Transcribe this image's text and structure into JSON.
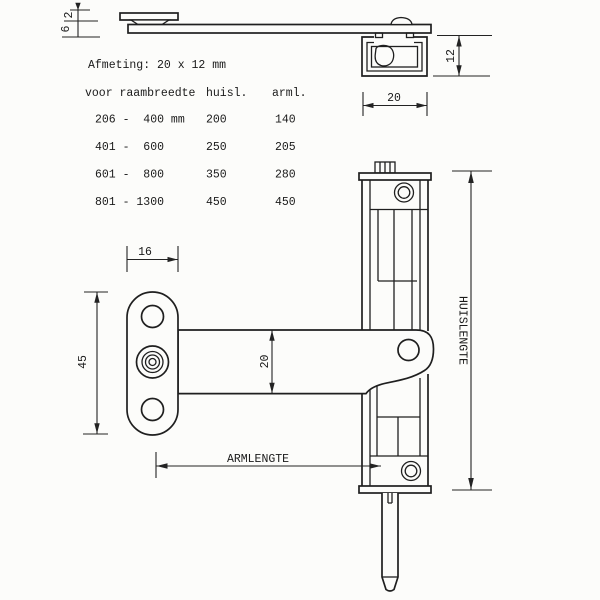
{
  "diagram": {
    "colors": {
      "line": "#1f1f1f",
      "background": "#fcfcfa",
      "text": "#1a1a1a"
    },
    "afmeting": "Afmeting: 20 x 12 mm",
    "table": {
      "header": {
        "range": "voor raambreedte",
        "huisl": "huisl.",
        "arml": "arml."
      },
      "rows": [
        {
          "range": "206 -  400 mm",
          "huisl": "200",
          "arml": "140"
        },
        {
          "range": "401 -  600",
          "huisl": "250",
          "arml": "205"
        },
        {
          "range": "601 -  800",
          "huisl": "350",
          "arml": "280"
        },
        {
          "range": "801 - 1300",
          "huisl": "450",
          "arml": "450"
        }
      ]
    },
    "dims": {
      "plate_thickness": "2",
      "stack_height": "6",
      "housing_depth": "12",
      "housing_width": "20",
      "plate_width": "16",
      "plate_height": "45",
      "arm_width": "20",
      "armlengte": "ARMLENGTE",
      "huislengte": "HUISLENGTE"
    }
  }
}
